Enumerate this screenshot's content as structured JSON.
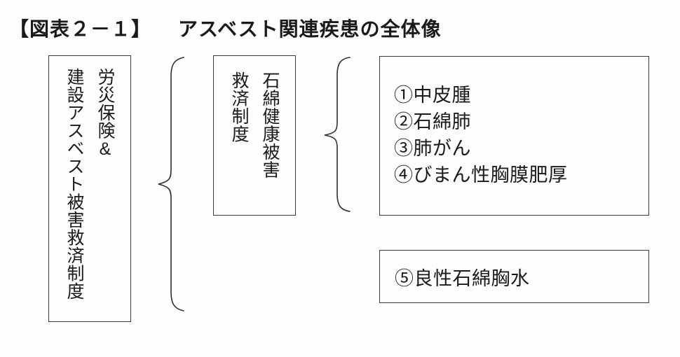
{
  "title": {
    "tag": "【図表２－１】",
    "text": "アスベスト関連疾患の全体像"
  },
  "left_box": {
    "text": "労災保険&\n建設アスベスト被害救済制度"
  },
  "middle_box": {
    "text": "石綿健康被害\n救済制度"
  },
  "disease_box": {
    "items": [
      "①中皮腫",
      "②石綿肺",
      "③肺がん",
      "④びまん性胸膜肥厚"
    ]
  },
  "benign_box": {
    "text": "⑤良性石綿胸水"
  },
  "colors": {
    "background": "#fdfdfd",
    "line": "#383838",
    "text": "#1a1a1a"
  }
}
